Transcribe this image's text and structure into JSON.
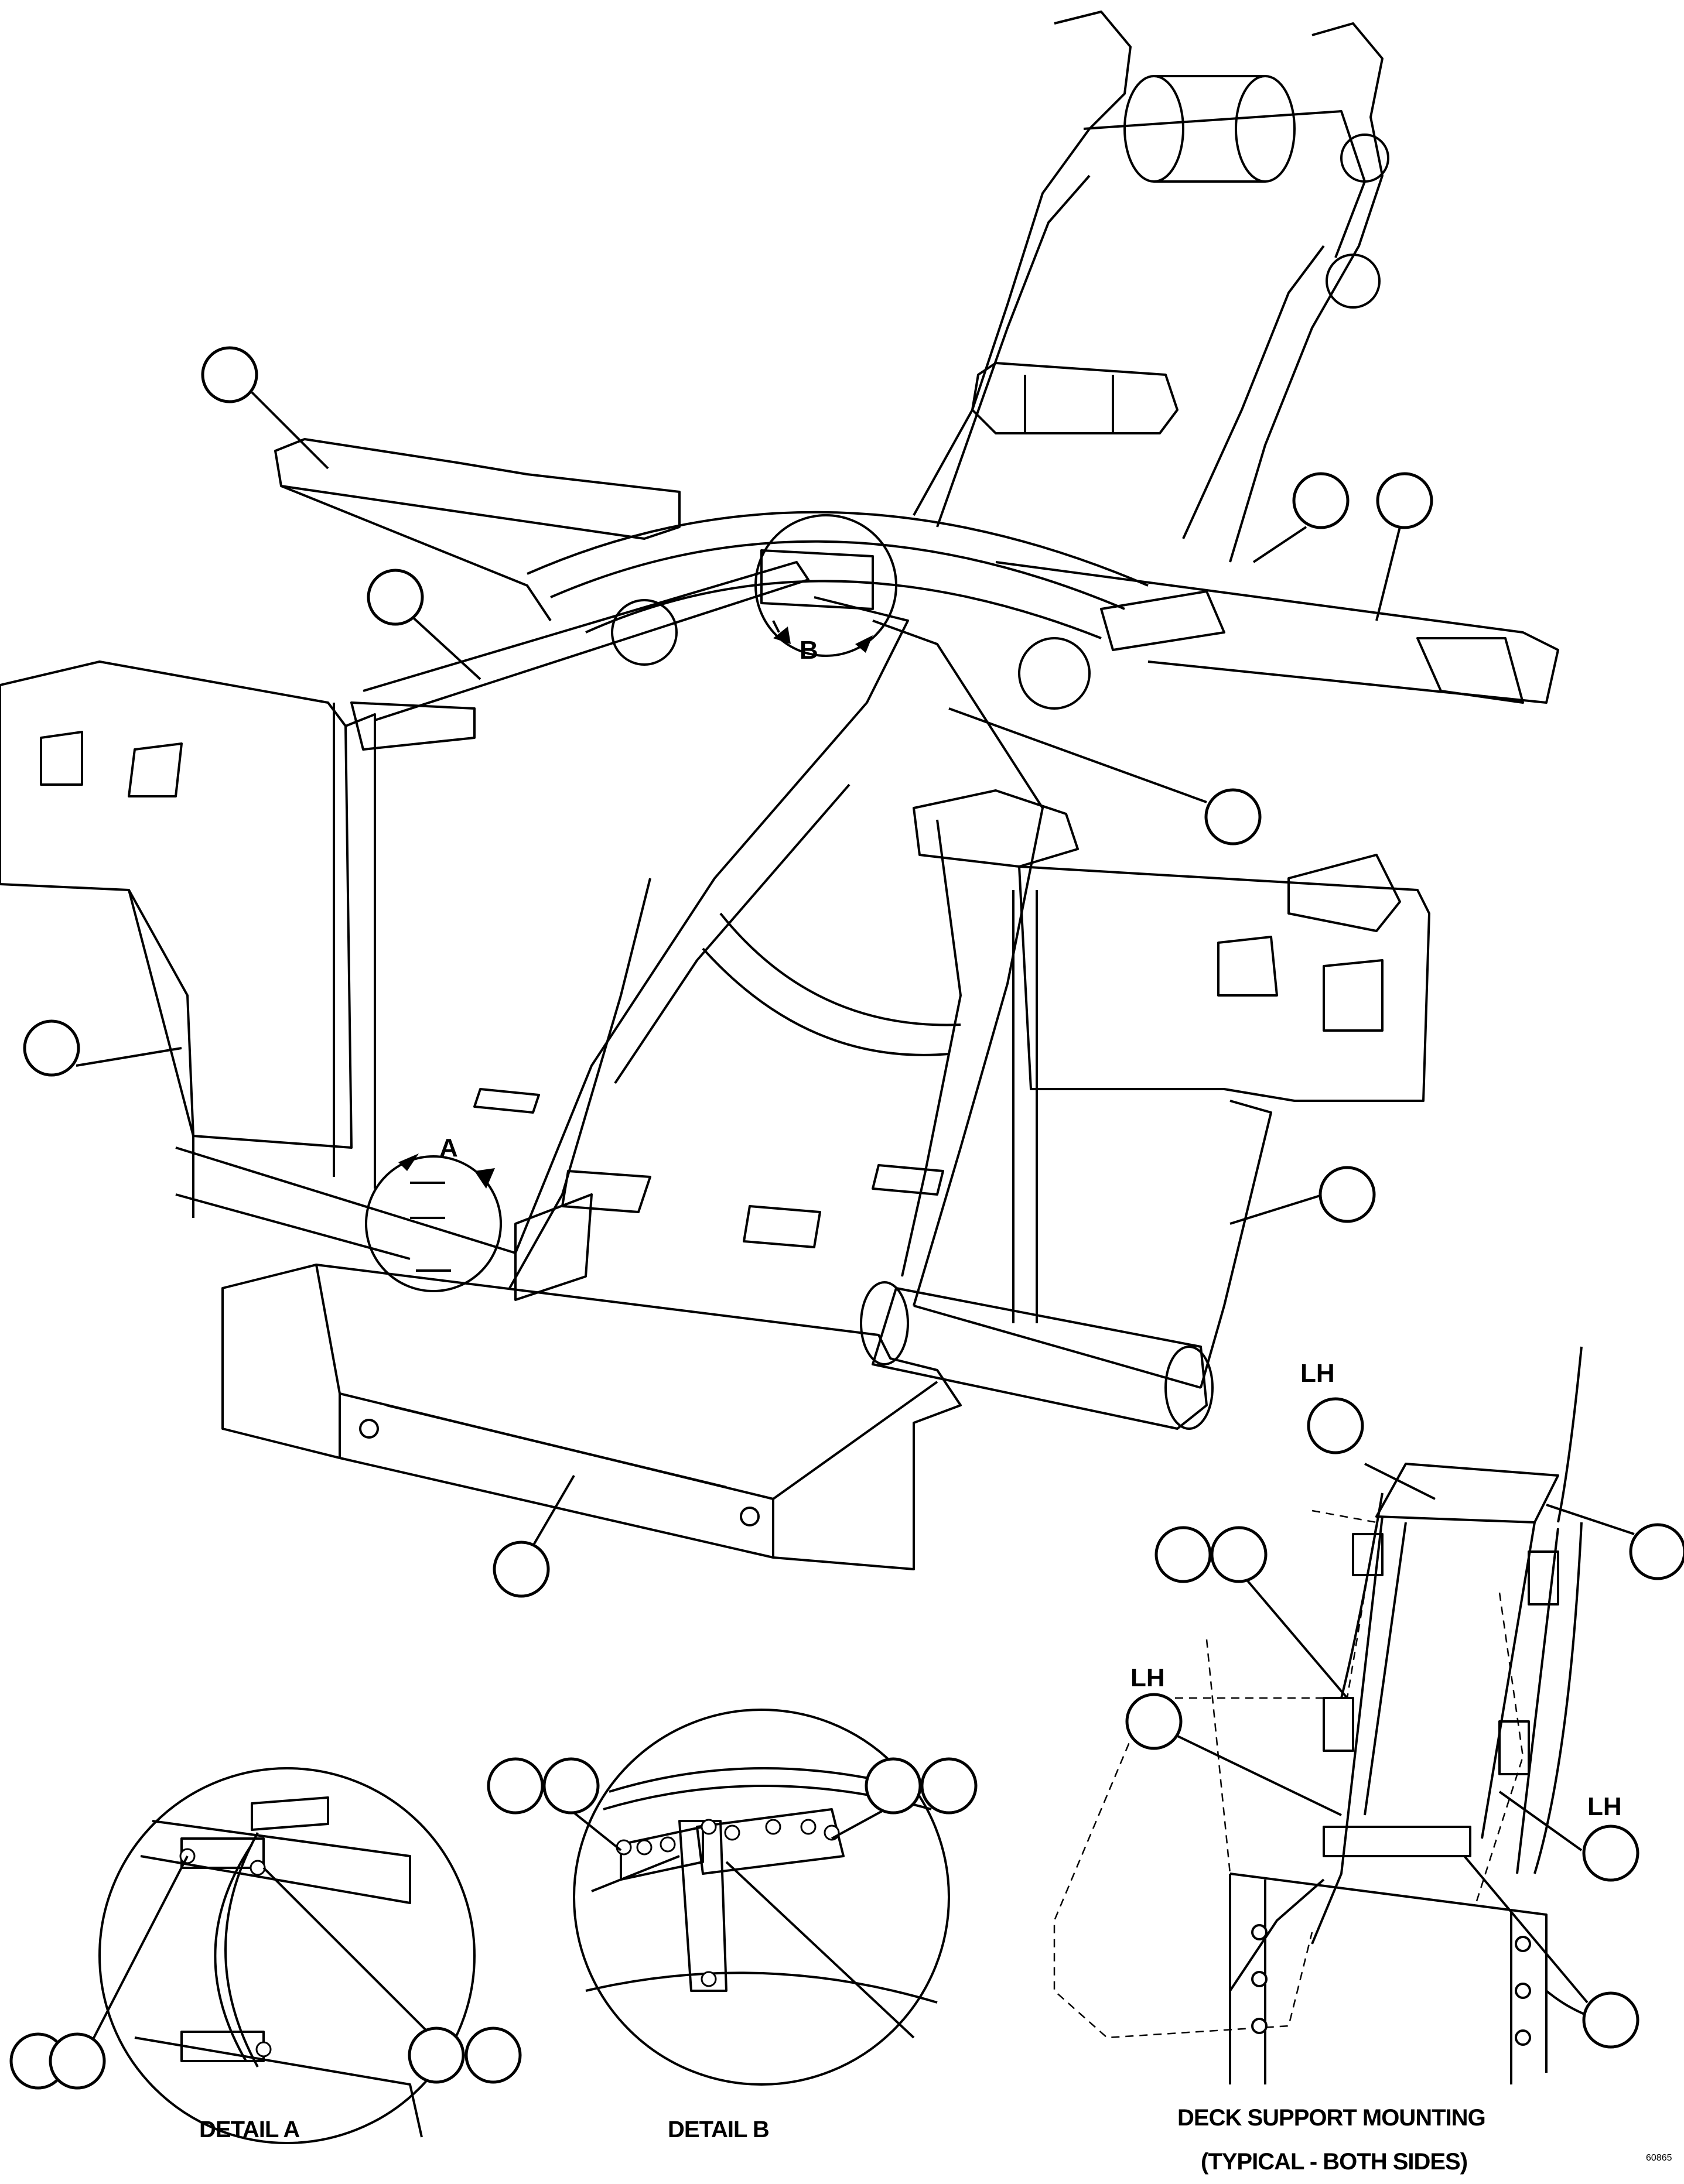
{
  "drawing": {
    "figure_number": "60865",
    "view_markers": [
      {
        "id": "A",
        "label": "A"
      },
      {
        "id": "B",
        "label": "B"
      }
    ],
    "side_labels": [
      "LH",
      "LH",
      "LH"
    ],
    "captions": {
      "detail_a": "DETAIL A",
      "detail_b": "DETAIL B",
      "deck_support_line1": "DECK SUPPORT MOUNTING",
      "deck_support_line2": "(TYPICAL - BOTH SIDES)"
    },
    "callout_balloon_count": 26,
    "style": {
      "line_color": "#000000",
      "background": "#ffffff"
    }
  }
}
